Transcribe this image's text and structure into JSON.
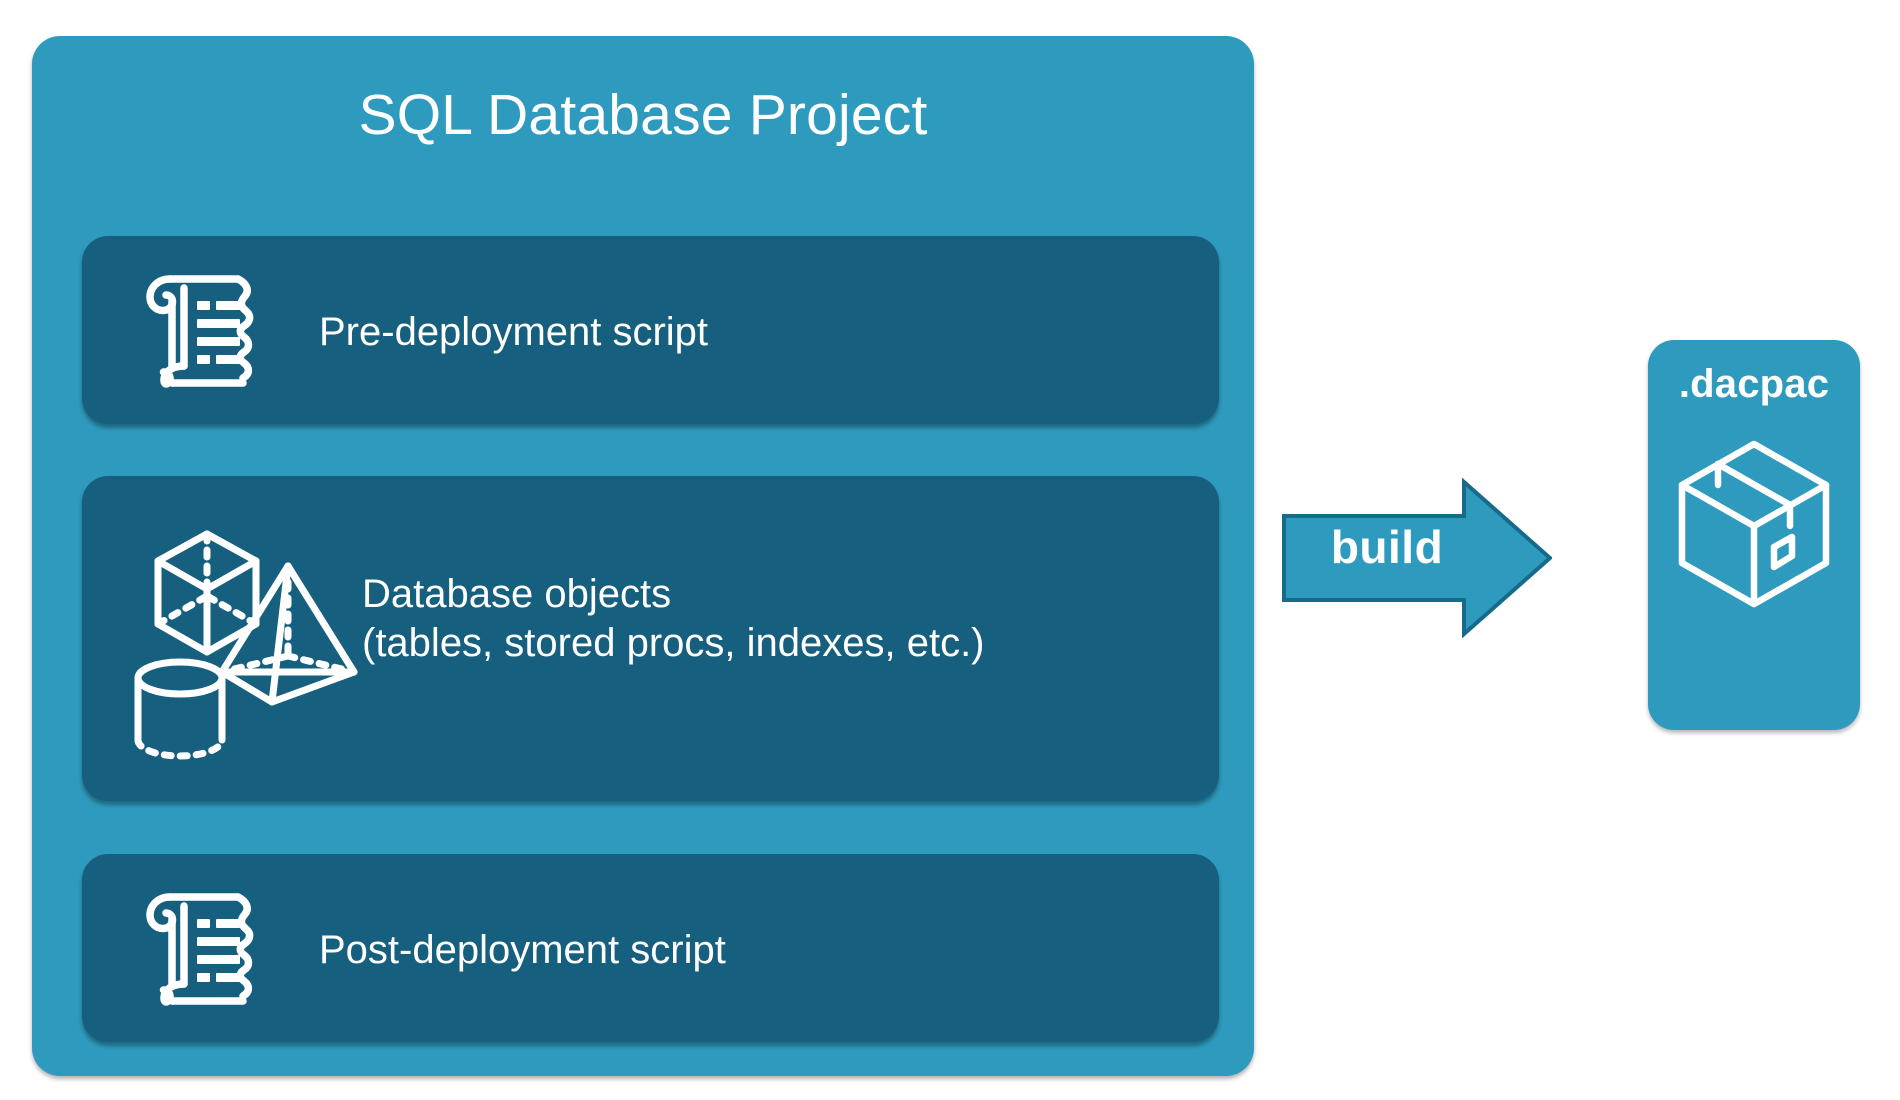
{
  "diagram": {
    "title": "SQL Database Project build to dacpac",
    "background_color": "#ffffff"
  },
  "colors": {
    "panel_teal": "#2e9bbe",
    "card_dark_blue": "#165f7e",
    "stroke_white": "#ffffff",
    "arrow_fill": "#2e9bbe",
    "arrow_stroke": "#166b8a"
  },
  "project_panel": {
    "title": "SQL Database Project",
    "cards": [
      {
        "id": "pre-deployment",
        "label": "Pre-deployment script",
        "icon": "scroll-icon"
      },
      {
        "id": "database-objects",
        "label": "Database objects\n(tables, stored procs, indexes, etc.)",
        "line1": "Database objects",
        "line2": "(tables, stored procs, indexes, etc.)",
        "icon": "shapes-cube-pyramid-cylinder-icon"
      },
      {
        "id": "post-deployment",
        "label": "Post-deployment script",
        "icon": "scroll-icon"
      }
    ]
  },
  "build_arrow": {
    "label": "build",
    "direction": "right"
  },
  "output": {
    "title": ".dacpac",
    "icon": "package-box-icon"
  }
}
